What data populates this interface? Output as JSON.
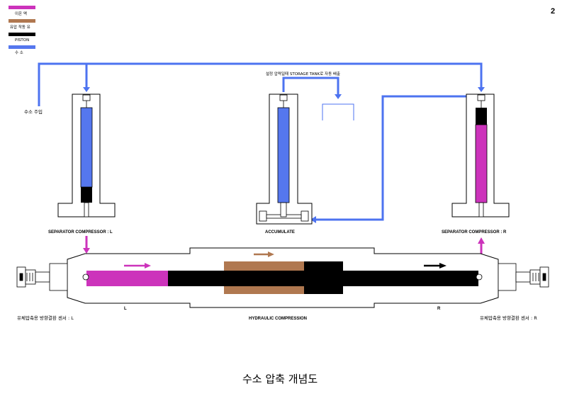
{
  "page_number": "2",
  "colors": {
    "ion_liquid": "#cc33bb",
    "hydraulic_oil": "#b07850",
    "piston": "#000000",
    "hydrogen": "#5577ee",
    "pipe": "#4d73f0"
  },
  "legend": [
    {
      "label": "이온 액",
      "color": "#cc33bb"
    },
    {
      "label": "유압 작동 유",
      "color": "#b07850"
    },
    {
      "label": "PISTON",
      "color": "#000000"
    },
    {
      "label": "수 소",
      "color": "#5577ee"
    }
  ],
  "labels": {
    "hydrogen_inlet": "수소 주입",
    "auto_discharge": "설정 압력일때 STORAGE TANK로 자동 배출",
    "separator_left": "SEPARATOR COMPRESSOR : L",
    "accumulate": "ACCUMULATE",
    "separator_right": "SEPARATOR COMPRESSOR : R",
    "side_left": "L",
    "side_right": "R",
    "hydraulic": "HYDRAULIC COMPRESSION",
    "sensor_left": "유체압축용 방향결환 센서 : L",
    "sensor_right": "유체압축용 방향결환 센서 : R"
  },
  "title": "수소 압축 개념도"
}
